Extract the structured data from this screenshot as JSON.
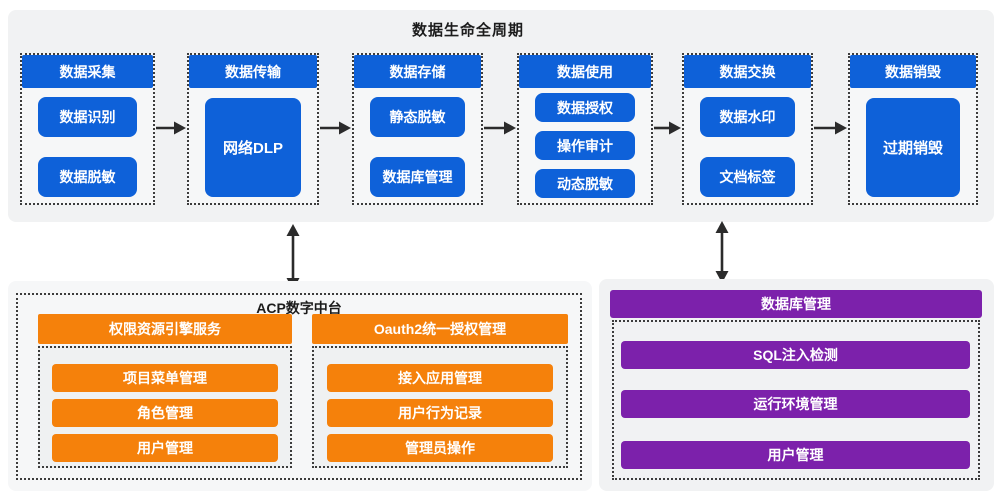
{
  "colors": {
    "node_blue": "#0e61d9",
    "node_orange": "#f5810b",
    "node_purple": "#7c21ab"
  },
  "lifecycle": {
    "title": "数据生命全周期",
    "columns": [
      {
        "header": "数据采集",
        "items": [
          "数据识别",
          "数据脱敏"
        ]
      },
      {
        "header": "数据传输",
        "items": [
          "网络DLP"
        ]
      },
      {
        "header": "数据存储",
        "items": [
          "静态脱敏",
          "数据库管理"
        ]
      },
      {
        "header": "数据使用",
        "items": [
          "数据授权",
          "操作审计",
          "动态脱敏"
        ]
      },
      {
        "header": "数据交换",
        "items": [
          "数据水印",
          "文档标签"
        ]
      },
      {
        "header": "数据销毁",
        "items": [
          "过期销毁"
        ]
      }
    ]
  },
  "acp": {
    "title": "ACP数字中台",
    "groups": [
      {
        "header": "权限资源引擎服务",
        "items": [
          "项目菜单管理",
          "角色管理",
          "用户管理"
        ]
      },
      {
        "header": "Oauth2统一授权管理",
        "items": [
          "接入应用管理",
          "用户行为记录",
          "管理员操作"
        ]
      }
    ]
  },
  "database": {
    "header": "数据库管理",
    "items": [
      "SQL注入检测",
      "运行环境管理",
      "用户管理"
    ]
  }
}
